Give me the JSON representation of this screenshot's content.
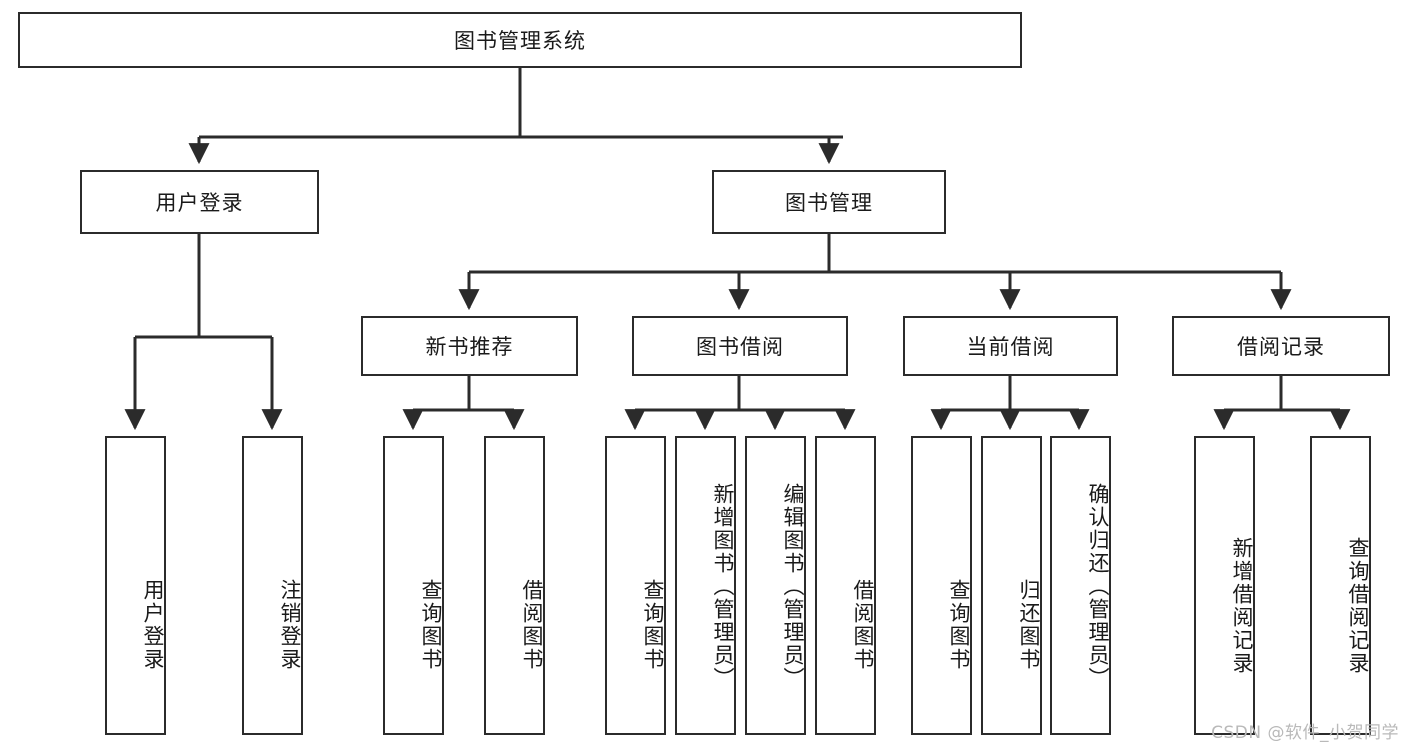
{
  "diagram": {
    "title": "图书管理系统",
    "type": "tree-hierarchy",
    "stroke_color": "#2b2b2b",
    "background_color": "#ffffff",
    "text_color": "#1a1a1a"
  },
  "root": {
    "label": "图书管理系统"
  },
  "level1": [
    {
      "label": "用户登录"
    },
    {
      "label": "图书管理"
    }
  ],
  "level2": [
    {
      "label": "新书推荐"
    },
    {
      "label": "图书借阅"
    },
    {
      "label": "当前借阅"
    },
    {
      "label": "借阅记录"
    }
  ],
  "leaves": {
    "user_login": [
      {
        "label": "用户登录"
      },
      {
        "label": "注销登录"
      }
    ],
    "new_book_recommend": [
      {
        "label": "查询图书"
      },
      {
        "label": "借阅图书"
      }
    ],
    "book_borrow": [
      {
        "label": "查询图书"
      },
      {
        "label": "新增图书（管理员）"
      },
      {
        "label": "编辑图书（管理员）"
      },
      {
        "label": "借阅图书"
      }
    ],
    "current_borrow": [
      {
        "label": "查询图书"
      },
      {
        "label": "归还图书"
      },
      {
        "label": "确认归还（管理员）"
      }
    ],
    "borrow_record": [
      {
        "label": "新增借阅记录"
      },
      {
        "label": "查询借阅记录"
      }
    ]
  },
  "watermark": {
    "text": "CSDN @软件_小贺同学"
  }
}
